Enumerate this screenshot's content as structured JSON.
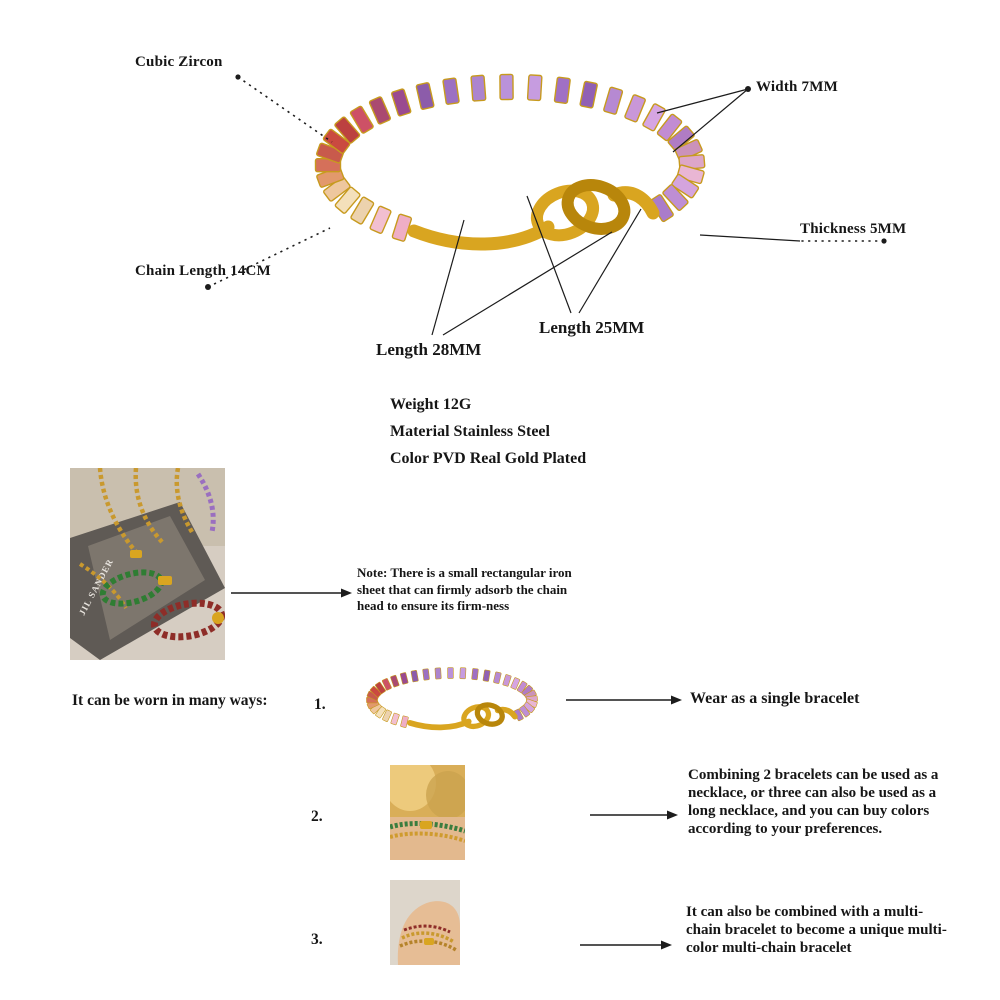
{
  "product": {
    "callouts": {
      "cubic_zircon": "Cubic Zircon",
      "width": "Width 7MM",
      "thickness": "Thickness 5MM",
      "chain_length": "Chain Length 14CM",
      "length_25": "Length 25MM",
      "length_28": "Length 28MM"
    },
    "specs": {
      "weight": "Weight 12G",
      "material": "Material Stainless Steel",
      "color": "Color PVD Real Gold Plated"
    },
    "note": "Note: There is a small rectangular iron sheet that can firmly adsorb the chain head to ensure its firm-ness",
    "ways": {
      "intro": "It can be worn in many ways:",
      "items": [
        {
          "num": "1.",
          "desc": "Wear as a single bracelet"
        },
        {
          "num": "2.",
          "desc": "Combining 2 bracelets can be used as a necklace, or three can also be used as a long necklace, and you can buy colors according to your preferences."
        },
        {
          "num": "3.",
          "desc": "It can also be combined with a multi-chain bracelet to become a unique multi-color multi-chain bracelet"
        }
      ]
    }
  },
  "bracelet": {
    "gold": "#d9a520",
    "gold_dark": "#b8860b",
    "prong": "#c79a1e",
    "stone_colors": [
      "#efaec6",
      "#f2bfd1",
      "#ecd2ae",
      "#f4e0bb",
      "#eec79e",
      "#e2996c",
      "#d5705a",
      "#c85a4c",
      "#ca4a40",
      "#bc4140",
      "#cd5166",
      "#aa4a70",
      "#9a4a90",
      "#8c5caa",
      "#9c70c2",
      "#ac84ce",
      "#ba92da",
      "#c69ce0",
      "#a070c4",
      "#9160b4",
      "#b689d2",
      "#c997d8",
      "#d6a5e2",
      "#c28cd2",
      "#b07cc4",
      "#cb92ba",
      "#dda6c8",
      "#e9b6d4",
      "#d4a4de",
      "#be8ed4",
      "#aa7cca"
    ]
  },
  "photos": {
    "magazine_text": "JIL SANDER"
  },
  "line_color": "#1c1c1c"
}
